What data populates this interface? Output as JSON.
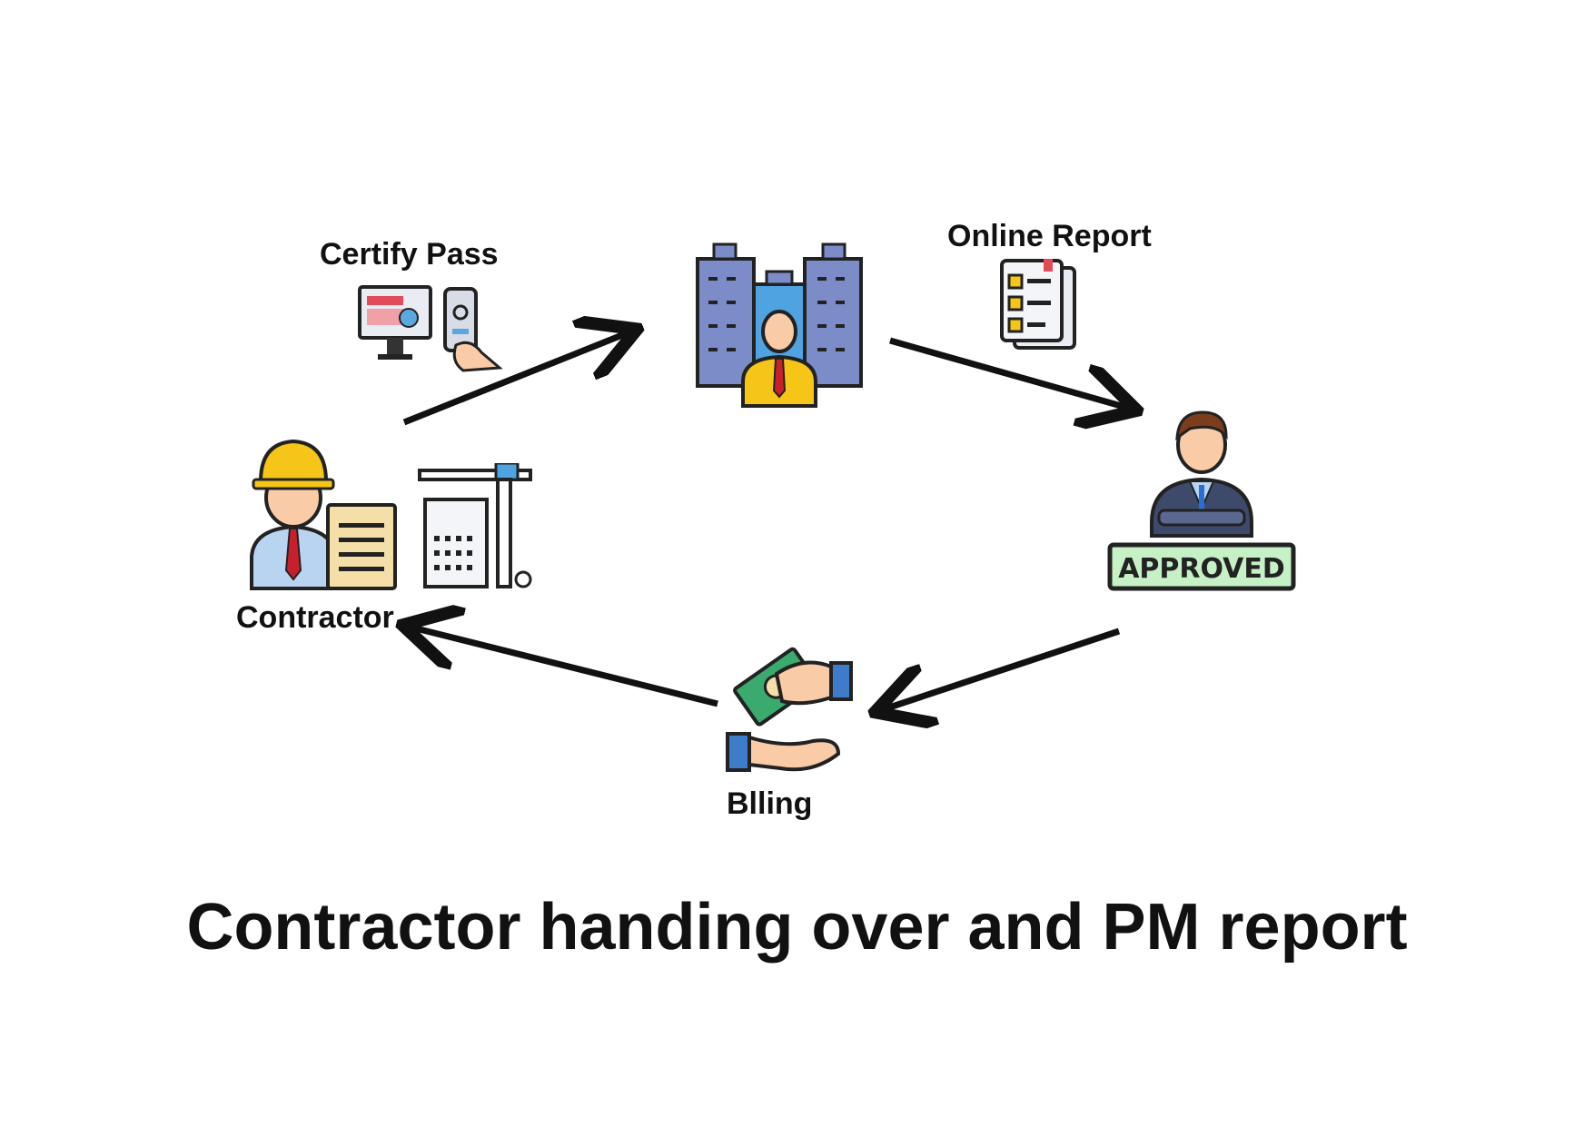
{
  "diagram": {
    "title": "Contractor handing over and PM report",
    "labels": {
      "certify_pass": "Certify Pass",
      "online_report": "Online Report",
      "contractor": "Contractor",
      "billing": "Blling",
      "approved": "APPROVED"
    },
    "icons": {
      "contractor": "contractor-worker-icon",
      "construction": "construction-crane-icon",
      "certify": "certify-pass-devices-icon",
      "company": "company-buildings-icon",
      "report": "online-report-checklist-icon",
      "approver": "manager-approved-icon",
      "billing": "billing-handshake-money-icon"
    },
    "colors": {
      "helmet": "#F5C518",
      "building": "#7B8CC9",
      "shirt": "#B8D4F0",
      "tie": "#C8202A",
      "money": "#3BAA6F",
      "approved_bg": "#C6F0C6",
      "skin": "#F9CBA7"
    }
  }
}
